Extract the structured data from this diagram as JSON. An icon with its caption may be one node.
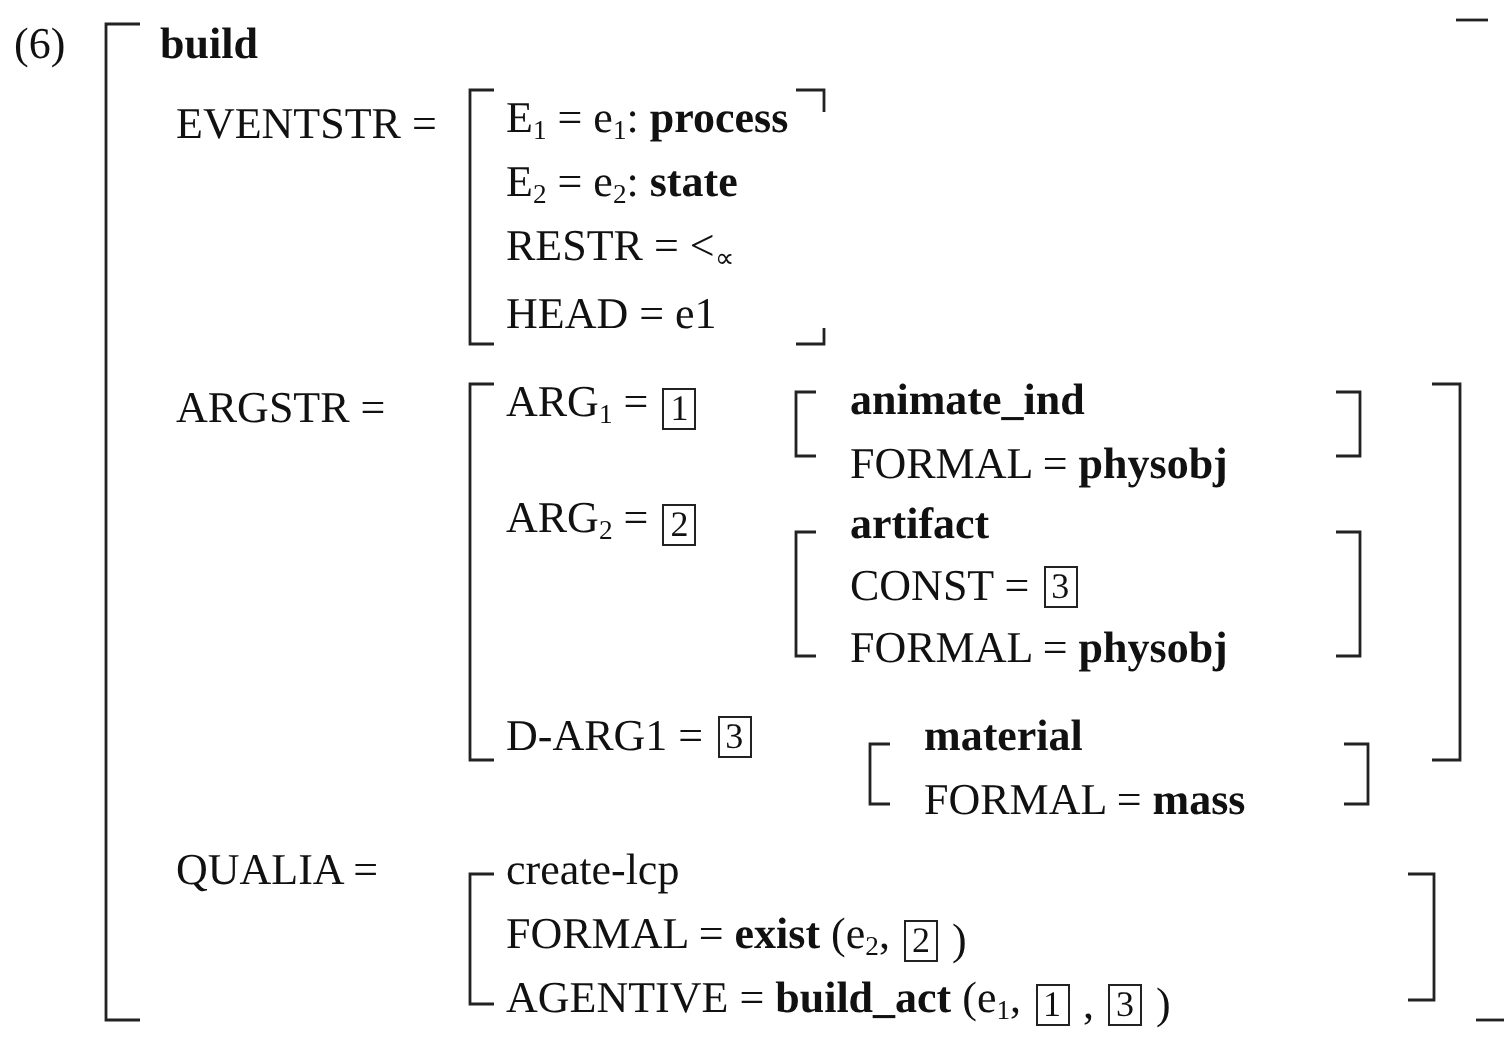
{
  "diagram": {
    "labels": [
      "(6)",
      "build",
      "EVENTSTR =",
      "E$_{1}$ = e$_{1}$: **process**",
      "E$_{2}$ = e$_{2}$: **state**",
      "RESTR = <$_{∝}$",
      "HEAD = e1",
      "ARGSTR =",
      "ARG$_{1}$ =",
      "1",
      "animate_ind",
      "FORMAL = **physobj**",
      "ARG$_{2}$ =",
      "2",
      "artifact",
      "CONST =",
      "3",
      "FORMAL = **physobj**",
      "D-ARG1 =",
      "3",
      "material",
      "FORMAL = **mass**",
      "QUALIA =",
      "create-lcp",
      "FORMAL = **exist** (e$_{2}$,",
      "2",
      ")",
      "AGENTIVE = **build_act** (e$_{1}$,",
      "1",
      ",",
      "3",
      ")"
    ]
  }
}
